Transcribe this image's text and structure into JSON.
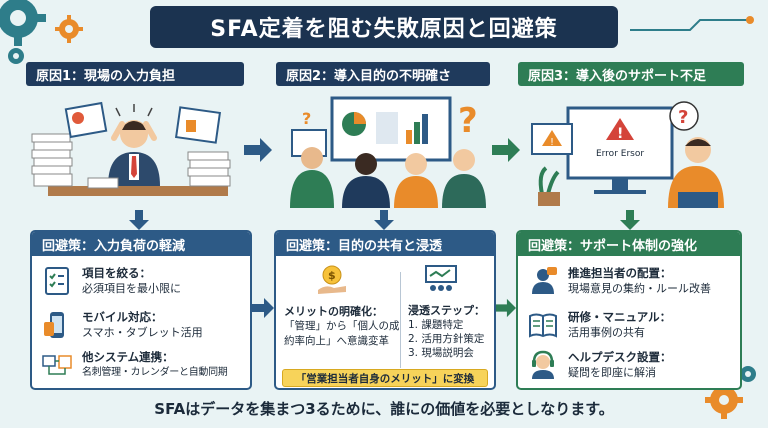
{
  "title": "SFA定着を阻む失敗原因と回避策",
  "causes": [
    {
      "label": "原因1：現場の入力負担"
    },
    {
      "label": "原因2：導入目的の不明確さ"
    },
    {
      "label": "原因3：導入後のサポート不足"
    }
  ],
  "error_screen_text": "Error Ersor",
  "panels": [
    {
      "heading": "回避策：入力負荷の軽減",
      "items": [
        {
          "title": "項目を絞る：",
          "body": "必須項目を最小限に"
        },
        {
          "title": "モバイル対応：",
          "body": "スマホ・タブレット活用"
        },
        {
          "title": "他システム連携：",
          "body": "名刺管理・カレンダーと自動同期"
        }
      ]
    },
    {
      "heading": "回避策：目的の共有と浸透",
      "left_title": "メリットの明確化：",
      "left_body_1": "「管理」から「個人の成",
      "left_body_2": "約率向上」へ意識変革",
      "right_title": "浸透ステップ：",
      "steps": [
        "1. 課題特定",
        "2. 活用方針策定",
        "3. 現場説明会"
      ],
      "highlight": "「営業担当者自身のメリット」に変換"
    },
    {
      "heading": "回避策：サポート体制の強化",
      "items": [
        {
          "title": "推進担当者の配置：",
          "body": "現場意見の集約・ルール改善"
        },
        {
          "title": "研修・マニュアル：",
          "body": "活用事例の共有"
        },
        {
          "title": "ヘルプデスク設置：",
          "body": "疑問を即座に解消"
        }
      ]
    }
  ],
  "footer": "SFAはデータを集まつ3るために、誰にの価値を必要としなります。",
  "colors": {
    "navy": "#1b3350",
    "blue": "#2d5a86",
    "green": "#2e7d55",
    "yellow": "#f7d35a",
    "orange": "#e98b2a"
  }
}
